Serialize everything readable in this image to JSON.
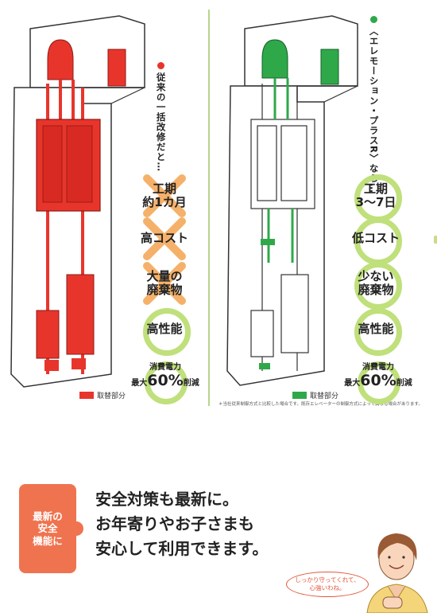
{
  "colors": {
    "old": "#e8352c",
    "new": "#2fa84a",
    "ring": "#bfe07b",
    "safety": "#f0734f"
  },
  "left": {
    "title": "従来の一括改修だと…",
    "badges": [
      {
        "text": "工期\n約1カ月",
        "crossed": true
      },
      {
        "text": "高コスト",
        "crossed": true
      },
      {
        "text": "大量の\n廃棄物",
        "crossed": true
      },
      {
        "text": "高性能",
        "crossed": false
      }
    ],
    "energy": {
      "line1": "消費電力",
      "prefix": "最大",
      "value": "60%",
      "suffix": "削減"
    },
    "legend": "取替部分"
  },
  "right": {
    "title": "〈エレモーション・プラスR〉なら…",
    "badges": [
      {
        "text": "工期\n3〜7日"
      },
      {
        "text": "低コスト"
      },
      {
        "text": "少ない\n廃棄物"
      },
      {
        "text": "高性能"
      }
    ],
    "energy": {
      "line1": "消費電力",
      "prefix": "最大",
      "value": "60%",
      "suffix": "削減"
    },
    "legend": "取替部分",
    "note": "＊当社従来制御方式と比較した場合です。既存エレベーターの制御方式によって異なる場合があります。"
  },
  "safety": {
    "badge": "最新の\n安全\n機能に",
    "lines": [
      "安全対策も最新に。",
      "お年寄りやお子さまも",
      "安心して利用できます。"
    ],
    "bubble": "しっかり守ってくれて、\n心強いわね。"
  }
}
